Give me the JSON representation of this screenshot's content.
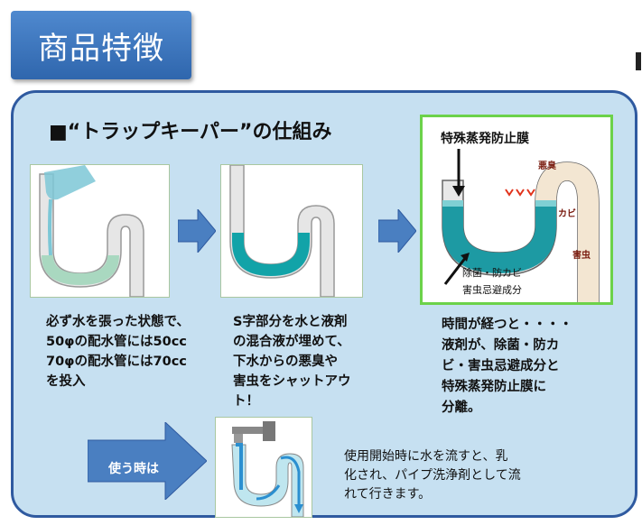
{
  "page_title": "商品特徴",
  "heading": "■“トラップキーパー”の仕組み",
  "steps": [
    {
      "text": "必ず水を張った状態で、\n50φの配水管には50cc\n70φの配水管には70cc\nを投入"
    },
    {
      "text": "S字部分を水と液剤\nの混合液が埋めて、\n下水からの悪臭や\n害虫をシャットアウ\nト！"
    },
    {
      "text": "時間が経つと・・・・\n液剤が、除菌・防カ\nビ・害虫忌避成分と\n特殊蒸発防止膜に\n分離。"
    }
  ],
  "diagram": {
    "label_top": "特殊蒸発防止膜",
    "label_bottom_1": "除菌・防カビ",
    "label_bottom_2": "害虫忌避成分",
    "odor_labels": [
      "悪臭",
      "カビ",
      "害虫"
    ]
  },
  "usage": {
    "label": "使う時は",
    "text": "使用開始時に水を流すと、乳\n化され、パイプ洗浄剤として流\nれて行きます。"
  },
  "colors": {
    "panel_bg": "#c6e0f1",
    "panel_border": "#2f5aa0",
    "accent_blue": "#4a7fc1",
    "water": "#1fa1ad"
  }
}
